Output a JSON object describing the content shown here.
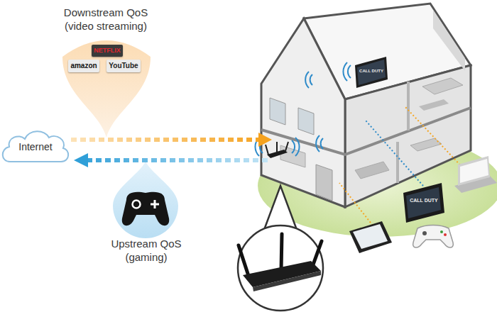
{
  "diagram": {
    "nodes": [
      {
        "text": [
          "Downstream QoS (video streaming)"
        ]
      },
      {
        "text": [
          "NETFLIX"
        ],
        "in": 0
      },
      {
        "text": [
          "amazon"
        ],
        "in": 0
      },
      {
        "text": [
          "YouTube"
        ],
        "in": 0
      },
      {
        "text": [
          "Internet"
        ]
      },
      {
        "text": [
          "Upstream QoS (gaming)"
        ]
      }
    ],
    "labels": [
      "CALL DUTY",
      "CALL DUTY"
    ]
  }
}
